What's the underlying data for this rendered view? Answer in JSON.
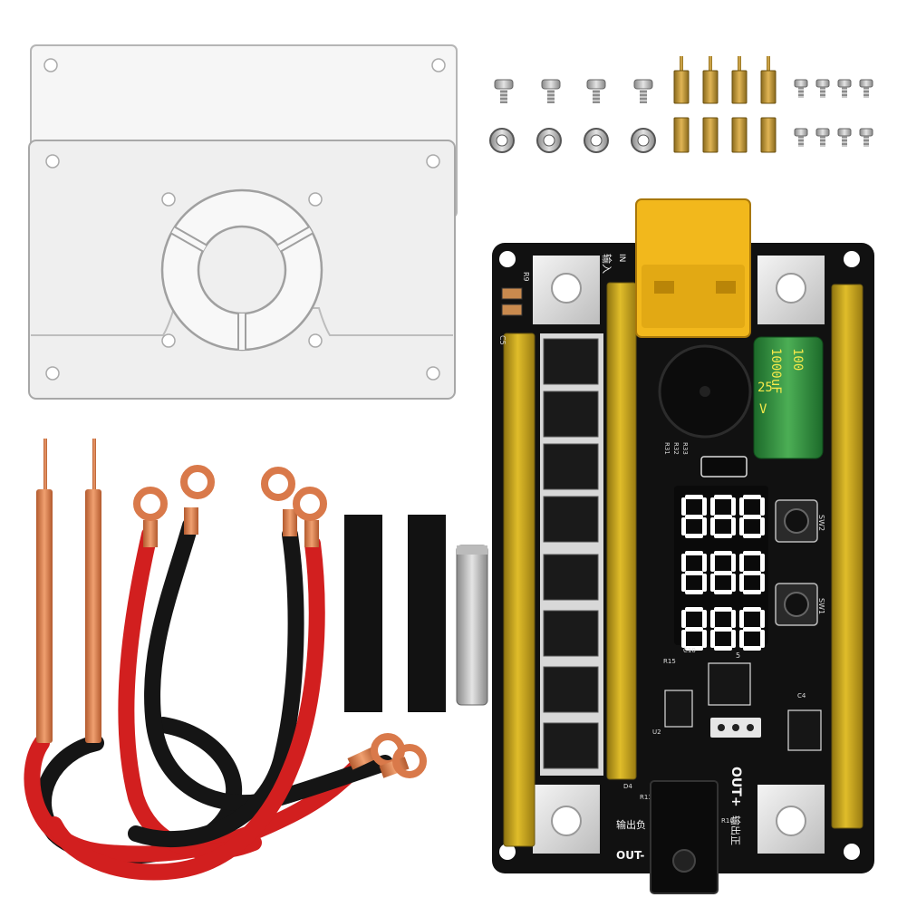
{
  "scene": {
    "background": "#ffffff",
    "colors": {
      "pcb": "#111111",
      "gold_strip": "#c8a413",
      "xt60": "#f2b81c",
      "capacitor": "#2e8b3c",
      "copper": "#d9794a",
      "red_cable": "#d21f1f",
      "black_cable": "#151515",
      "acrylic": "#eeeeee",
      "led_segment": "#ffffff"
    }
  },
  "pcb": {
    "input_label": "输入",
    "input_label_en": "IN",
    "output_label_cn": "输出正",
    "output_label_out": "OUT+",
    "output_neg_cn": "输出负",
    "output_neg_label": "OUT-",
    "cap_value": "1000uF",
    "cap_voltage": "25",
    "cap_voltage_unit": "V",
    "cap_value_short": "100",
    "display_digits": [
      "888",
      "888",
      "888"
    ],
    "labels": {
      "r9": "R9",
      "c5": "C5",
      "r31": "R31",
      "r32": "R32",
      "r33": "R33",
      "sw1": "SW1",
      "sw2": "SW2",
      "r15": "R15",
      "c10": "C10",
      "u2": "U2",
      "c4": "C4",
      "d4": "D4",
      "r13": "R13",
      "r10": "R10",
      "u": "5"
    }
  }
}
